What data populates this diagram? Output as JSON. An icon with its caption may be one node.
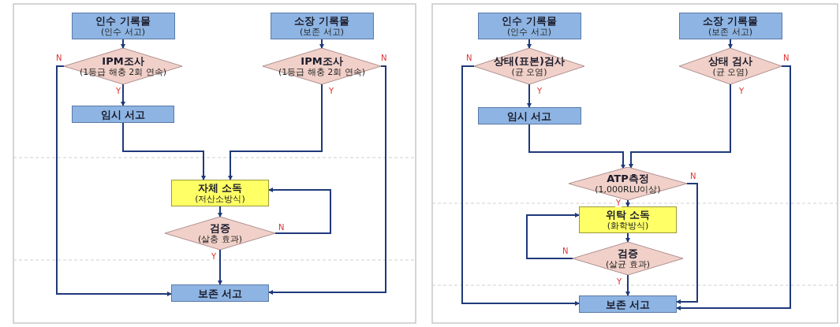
{
  "diagram": {
    "nodes": [
      {
        "text": [
          "인수 기록물",
          "(인수 서고)"
        ]
      },
      {
        "text": [
          "소장 기록물",
          "(보존 서고)"
        ]
      },
      {
        "text": [
          "IPM조사",
          "(1등급 해충 2회 연속)"
        ]
      },
      {
        "text": [
          "IPM조사",
          "(1등급 해충 2회 연속)"
        ]
      },
      {
        "text": [
          "임시 서고"
        ]
      },
      {
        "text": [
          "자체 소독",
          "(저산소방식)"
        ]
      },
      {
        "text": [
          "검증",
          "(살충 효과)"
        ]
      },
      {
        "text": [
          "보존 서고"
        ]
      },
      {
        "text": [
          "인수 기록물",
          "(인수 서고)"
        ]
      },
      {
        "text": [
          "소장 기록물",
          "(보존 서고)"
        ]
      },
      {
        "text": [
          "상태(표본)검사",
          "(균 오염)"
        ]
      },
      {
        "text": [
          "상태 검사",
          "(균 오염)"
        ]
      },
      {
        "text": [
          "임시 서고"
        ]
      },
      {
        "text": [
          "ATP측정",
          "(1,000RLU이상)"
        ]
      },
      {
        "text": [
          "위탁 소독",
          "(화학방식)"
        ]
      },
      {
        "text": [
          "검증",
          "(살균 효과)"
        ]
      },
      {
        "text": [
          "보존 서고"
        ]
      }
    ],
    "edges": [
      {
        "from": 0,
        "to": 2,
        "arrow": "to"
      },
      {
        "from": 2,
        "to": 4,
        "arrow": "to",
        "label": "Y"
      },
      {
        "from": 2,
        "to": 7,
        "arrow": "to",
        "label": "N"
      },
      {
        "from": 1,
        "to": 3,
        "arrow": "to"
      },
      {
        "from": 3,
        "to": 7,
        "arrow": "to",
        "label": "N"
      },
      {
        "from": 3,
        "to": 5,
        "arrow": "to",
        "label": "Y"
      },
      {
        "from": 4,
        "to": 5,
        "arrow": "to"
      },
      {
        "from": 5,
        "to": 6,
        "arrow": "to"
      },
      {
        "from": 6,
        "to": 5,
        "arrow": "to",
        "label": "N"
      },
      {
        "from": 6,
        "to": 7,
        "arrow": "to",
        "label": "Y"
      },
      {
        "from": 8,
        "to": 10,
        "arrow": "to"
      },
      {
        "from": 10,
        "to": 12,
        "arrow": "to",
        "label": "Y"
      },
      {
        "from": 10,
        "to": 16,
        "arrow": "to",
        "label": "N"
      },
      {
        "from": 9,
        "to": 11,
        "arrow": "to"
      },
      {
        "from": 11,
        "to": 13,
        "arrow": "to",
        "label": "Y"
      },
      {
        "from": 11,
        "to": 16,
        "arrow": "to",
        "label": "N"
      },
      {
        "from": 12,
        "to": 13,
        "arrow": "to"
      },
      {
        "from": 13,
        "to": 14,
        "arrow": "to",
        "label": "Y"
      },
      {
        "from": 13,
        "to": 16,
        "arrow": "to",
        "label": "N"
      },
      {
        "from": 14,
        "to": 15,
        "arrow": "to"
      },
      {
        "from": 15,
        "to": 14,
        "arrow": "to",
        "label": "N"
      },
      {
        "from": 15,
        "to": 16,
        "arrow": "to",
        "label": "Y"
      }
    ]
  }
}
